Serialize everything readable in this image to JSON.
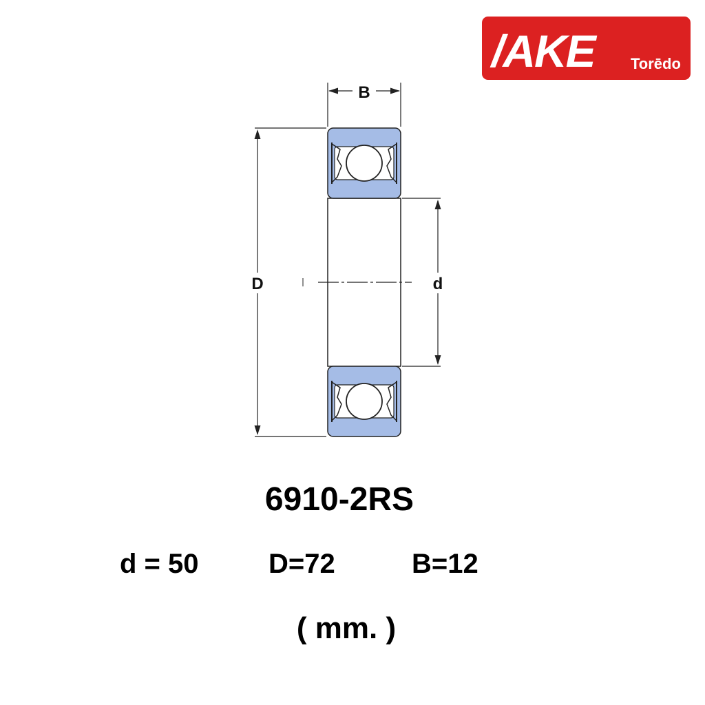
{
  "logo": {
    "brand": "/AKE",
    "sub": "Torēdo",
    "bg_color": "#dc2121",
    "text_color": "#ffffff"
  },
  "diagram": {
    "labels": {
      "width": "B",
      "outer_diameter": "D",
      "inner_diameter": "d"
    },
    "colors": {
      "ring_fill": "#a5bce6",
      "line": "#222222",
      "ball_fill": "#ffffff"
    }
  },
  "spec": {
    "model": "6910-2RS",
    "d": "d = 50",
    "D": "D=72",
    "B": "B=12",
    "unit": "( mm. )"
  }
}
